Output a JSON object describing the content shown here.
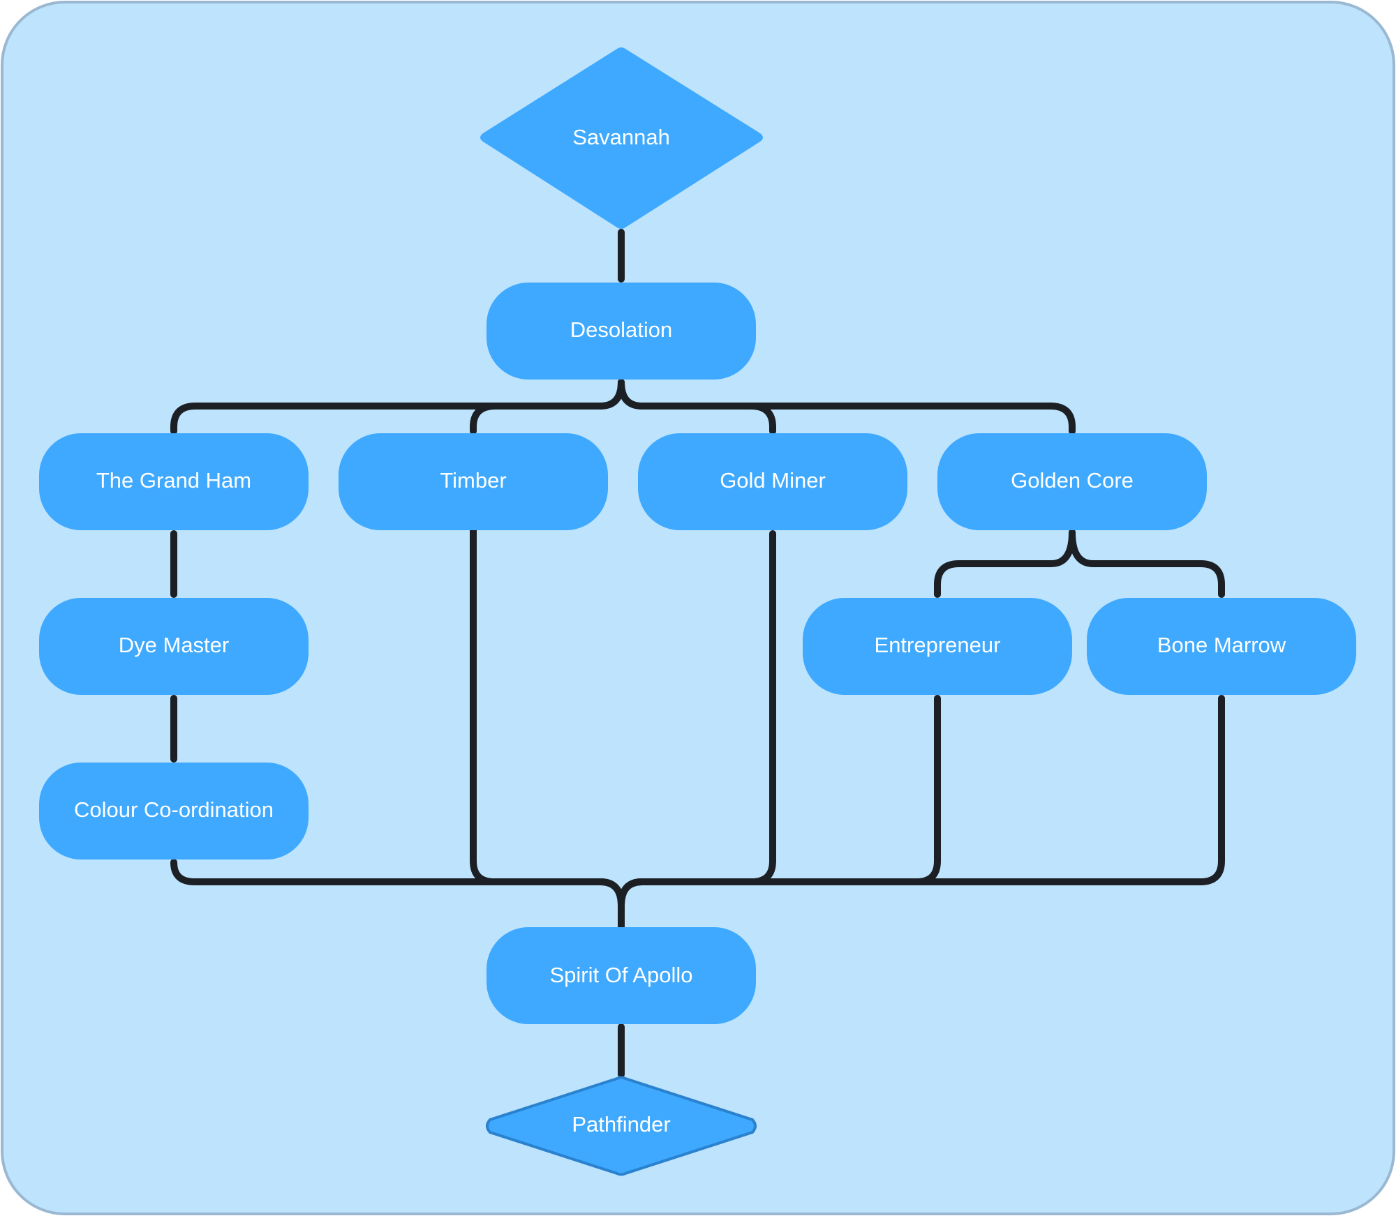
{
  "colors": {
    "background": "#bde3fd",
    "border": "#9ab8d2",
    "node_fill": "#3ea9fe",
    "end_node_stroke": "#2a82cf",
    "connector": "#1c1f24",
    "label": "#ffffff"
  },
  "nodes": {
    "savannah": {
      "label": "Savannah",
      "shape": "diamond"
    },
    "desolation": {
      "label": "Desolation",
      "shape": "rounded-rect"
    },
    "grand_ham": {
      "label": "The Grand Ham",
      "shape": "rounded-rect"
    },
    "timber": {
      "label": "Timber",
      "shape": "rounded-rect"
    },
    "gold_miner": {
      "label": "Gold Miner",
      "shape": "rounded-rect"
    },
    "golden_core": {
      "label": "Golden Core",
      "shape": "rounded-rect"
    },
    "dye_master": {
      "label": "Dye Master",
      "shape": "rounded-rect"
    },
    "colour_coordination": {
      "label": "Colour Co-ordination",
      "shape": "rounded-rect"
    },
    "entrepreneur": {
      "label": "Entrepreneur",
      "shape": "rounded-rect"
    },
    "bone_marrow": {
      "label": "Bone Marrow",
      "shape": "rounded-rect"
    },
    "spirit_of_apollo": {
      "label": "Spirit Of Apollo",
      "shape": "rounded-rect"
    },
    "pathfinder": {
      "label": "Pathfinder",
      "shape": "diamond"
    }
  },
  "edges": [
    {
      "from": "savannah",
      "to": "desolation"
    },
    {
      "from": "desolation",
      "to": "grand_ham"
    },
    {
      "from": "desolation",
      "to": "timber"
    },
    {
      "from": "desolation",
      "to": "gold_miner"
    },
    {
      "from": "desolation",
      "to": "golden_core"
    },
    {
      "from": "grand_ham",
      "to": "dye_master"
    },
    {
      "from": "dye_master",
      "to": "colour_coordination"
    },
    {
      "from": "golden_core",
      "to": "entrepreneur"
    },
    {
      "from": "golden_core",
      "to": "bone_marrow"
    },
    {
      "from": "colour_coordination",
      "to": "spirit_of_apollo"
    },
    {
      "from": "timber",
      "to": "spirit_of_apollo"
    },
    {
      "from": "gold_miner",
      "to": "spirit_of_apollo"
    },
    {
      "from": "entrepreneur",
      "to": "spirit_of_apollo"
    },
    {
      "from": "bone_marrow",
      "to": "spirit_of_apollo"
    },
    {
      "from": "spirit_of_apollo",
      "to": "pathfinder"
    }
  ]
}
